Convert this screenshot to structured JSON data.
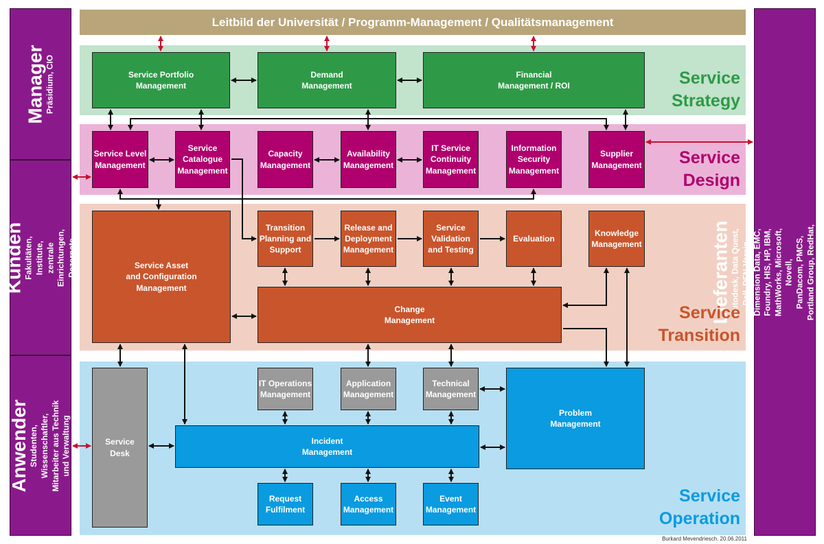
{
  "header": {
    "title": "Leitbild der Universität / Programm-Management / Qualitätsmanagement"
  },
  "left_panels": [
    {
      "title": "Manager",
      "subtitle": "Präsidium, CIO"
    },
    {
      "title": "Kunden",
      "subtitle": "Fakultäten, Institute,\nzentrale Einrichtungen, Dezernate"
    },
    {
      "title": "Anwender",
      "subtitle": "Studenten, Wissenschaftler,\nMitarbeiter aus Technik und Verwaltung"
    }
  ],
  "right_panel": {
    "title": "Lieferanten",
    "subtitle": "Autodesk, Data Quest, Dell, DFN-Verein, Dimension Data, EMC, Foundry, HIS, HP, IBM, MathWorks, Microsoft, Novell,\nPanDacom, PMCS, Portland Group, RedHat, SAP, Scientific Computers, Sector Nord, Secude, Sophos, SPSS, Verisign"
  },
  "phases": {
    "strategy": {
      "label": "Service\nStrategy",
      "color": "#2e9a47"
    },
    "design": {
      "label": "Service\nDesign",
      "color": "#b0006d"
    },
    "transition": {
      "label": "Service\nTransition",
      "color": "#c9552c"
    },
    "operation": {
      "label": "Service\nOperation",
      "color": "#0a9be0"
    }
  },
  "strategy": {
    "portfolio": "Service Portfolio\nManagement",
    "demand": "Demand\nManagement",
    "financial": "Financial\nManagement / ROI"
  },
  "design": {
    "slm": "Service Level\nManagement",
    "catalogue": "Service\nCatalogue\nManagement",
    "capacity": "Capacity\nManagement",
    "availability": "Availability\nManagement",
    "continuity": "IT Service\nContinuity\nManagement",
    "security": "Information\nSecurity\nManagement",
    "supplier": "Supplier\nManagement"
  },
  "transition": {
    "sacm": "Service Asset\nand Configuration\nManagement",
    "planning": "Transition\nPlanning and\nSupport",
    "release": "Release and\nDeployment\nManagement",
    "validation": "Service\nValidation\nand Testing",
    "evaluation": "Evaluation",
    "knowledge": "Knowledge\nManagement",
    "change": "Change\nManagement"
  },
  "operation": {
    "service_desk": "Service\nDesk",
    "it_ops": "IT Operations\nManagement",
    "application": "Application\nManagement",
    "technical": "Technical\nManagement",
    "problem": "Problem\nManagement",
    "incident": "Incident\nManagement",
    "request": "Request\nFulfilment",
    "access": "Access\nManagement",
    "event": "Event\nManagement"
  },
  "colors": {
    "band_strategy": "#c2e3cc",
    "band_design": "#ecb3d8",
    "band_transition": "#f1d0c3",
    "band_operation": "#b7dff3",
    "arrow_black": "#111111",
    "arrow_red": "#c8102e",
    "side_panel": "#8a1a8b",
    "header_bar": "#b8a57a"
  },
  "footer": {
    "credit": "Burkard Mevendriesch. 20.06.2011"
  }
}
